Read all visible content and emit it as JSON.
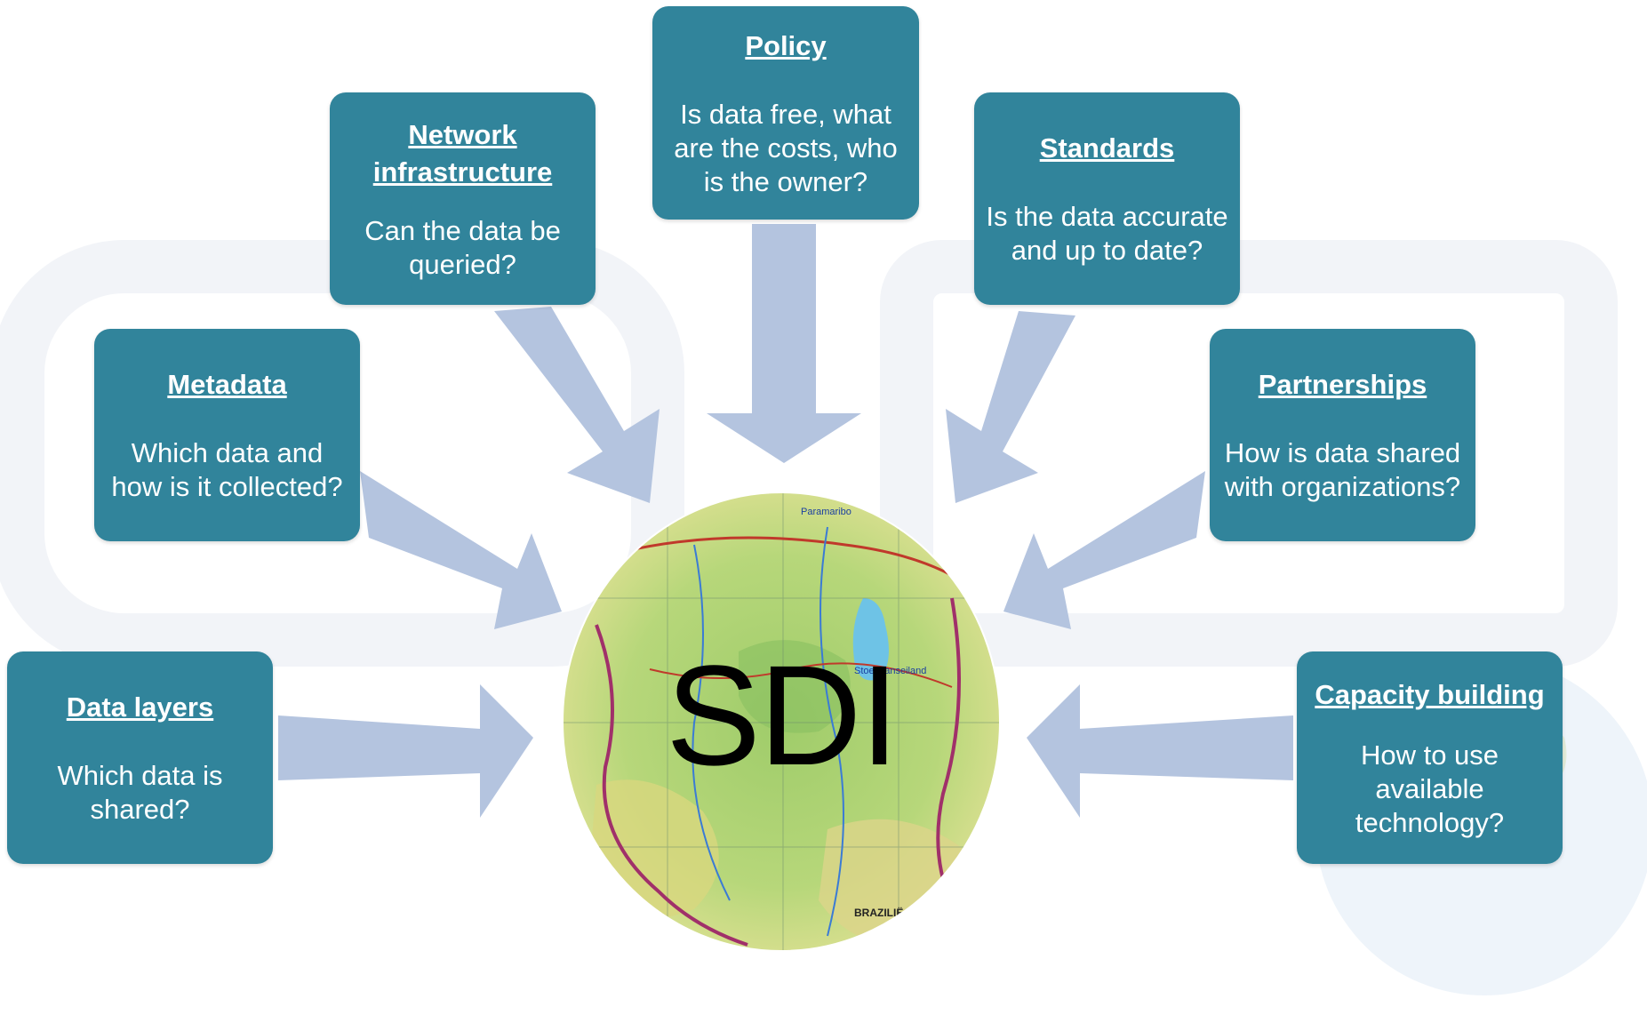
{
  "center": {
    "label": "SDI"
  },
  "nodes": {
    "policy": {
      "title": "Policy",
      "question": "Is data free, what are the costs, who is the owner?"
    },
    "network": {
      "title": "Network infrastructure",
      "question": "Can the data be queried?"
    },
    "standards": {
      "title": "Standards",
      "question": "Is the data accurate and up to date?"
    },
    "metadata": {
      "title": "Metadata",
      "question": "Which data and how is it collected?"
    },
    "partnerships": {
      "title": "Partnerships",
      "question": "How is data shared with organizations?"
    },
    "data_layers": {
      "title": "Data layers",
      "question": "Which data is shared?"
    },
    "capacity": {
      "title": "Capacity building",
      "question": "How to use available technology?"
    }
  },
  "map_labels": {
    "top": "Paramaribo",
    "lake": "Stoelmanseiland",
    "bottom": "BRAZILIË"
  },
  "colors": {
    "box_fill": "#31849b",
    "arrow_fill": "#b4c4df",
    "text": "#ffffff",
    "center_text": "#000000"
  }
}
